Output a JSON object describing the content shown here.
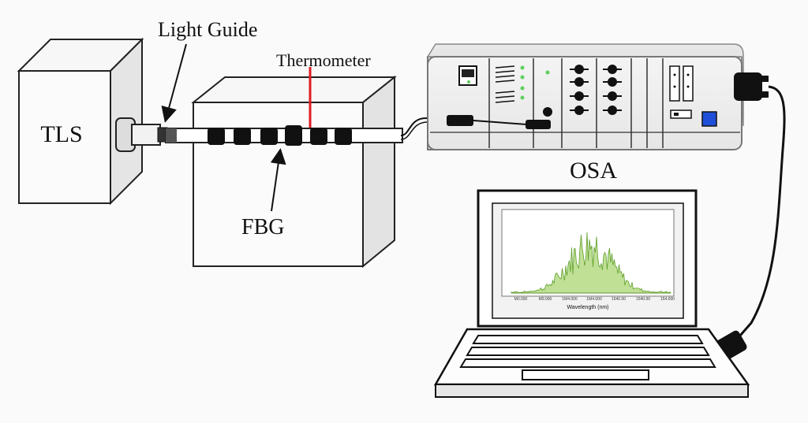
{
  "labels": {
    "tls": "TLS",
    "light_guide": "Light Guide",
    "thermometer": "Thermometer",
    "fbg": "FBG",
    "osa": "OSA"
  },
  "laptop_plot": {
    "xlabel": "Wavelength (nm)",
    "x_ticks": [
      "M0.000",
      "M9.000",
      "1M4.000",
      "1M4.000",
      "1540.00",
      "1540.00",
      "154.000"
    ]
  },
  "colors": {
    "spectrum": "#8cc63f",
    "thermometer": "#e01b24",
    "osa_button": "#1f4fd8",
    "osa_led": "#5fcf5f"
  }
}
